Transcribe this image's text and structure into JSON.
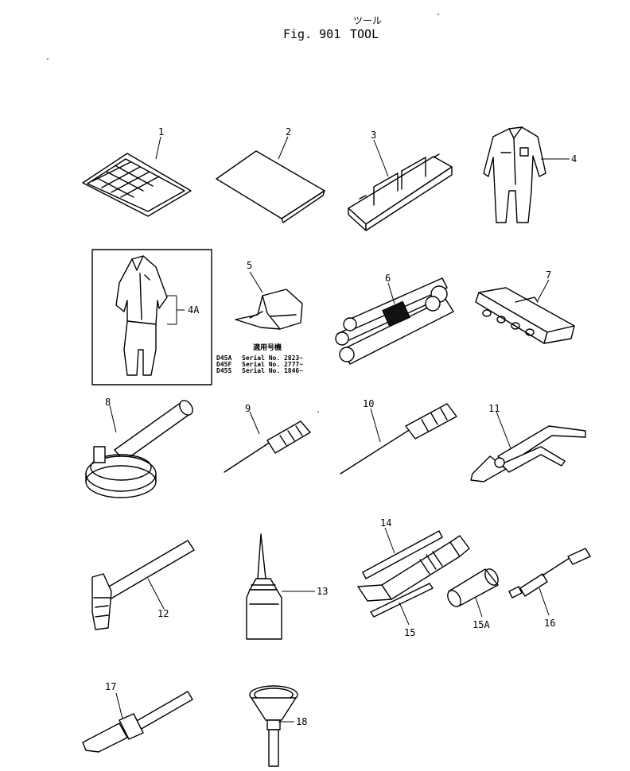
{
  "header": {
    "figure_label": "Fig. 901",
    "title_en": "TOOL",
    "title_jp": "ツール"
  },
  "callouts": {
    "c1": "1",
    "c2": "2",
    "c3": "3",
    "c4": "4",
    "c4a": "4A",
    "c5": "5",
    "c6": "6",
    "c7": "7",
    "c8": "8",
    "c9": "9",
    "c10": "10",
    "c11": "11",
    "c12": "12",
    "c13": "13",
    "c14": "14",
    "c15": "15",
    "c15a": "15A",
    "c16": "16",
    "c17": "17",
    "c18": "18"
  },
  "serial_note": {
    "heading": "適用号機",
    "rows": [
      {
        "model": "D45A",
        "text": "Serial No. 2823~"
      },
      {
        "model": "D45F",
        "text": "Serial No. 2777~"
      },
      {
        "model": "D45S",
        "text": "Serial No. 1846~"
      }
    ]
  },
  "colors": {
    "ink": "#000000",
    "paper": "#ffffff"
  }
}
